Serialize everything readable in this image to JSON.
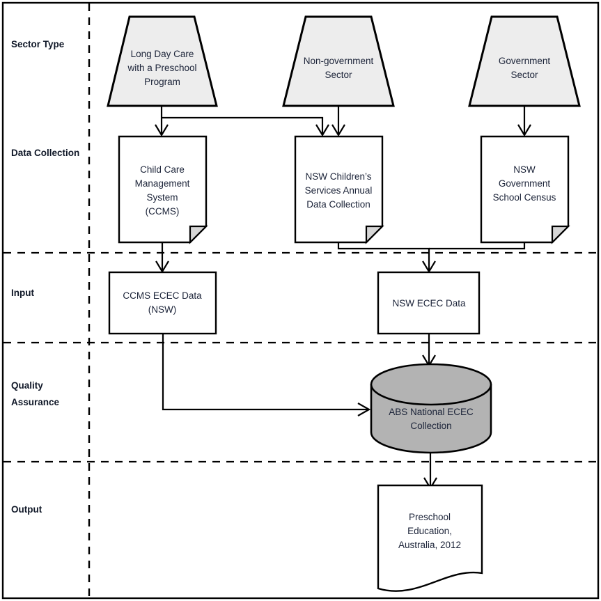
{
  "diagram": {
    "title": "ECEC data flow swimlane diagram",
    "colors": {
      "sector_fill": "#ededed",
      "document_fill": "#ffffff",
      "database_fill": "#b3b3b3",
      "line": "#000000",
      "text": "#1b2338",
      "label_text": "#101828"
    }
  },
  "swimlanes": [
    {
      "label": "Sector Type"
    },
    {
      "label": "Data Collection"
    },
    {
      "label": "Input"
    },
    {
      "label": "Quality Assurance"
    },
    {
      "label": "Output"
    }
  ],
  "nodes": {
    "sector": [
      {
        "id": "long-day-care",
        "shape": "trapezoid",
        "lines": [
          "Long Day Care",
          "with a Preschool",
          "Program"
        ]
      },
      {
        "id": "non-government-sector",
        "shape": "trapezoid",
        "lines": [
          "Non-government",
          "Sector"
        ]
      },
      {
        "id": "government-sector",
        "shape": "trapezoid",
        "lines": [
          "Government",
          "Sector"
        ]
      }
    ],
    "data_collection": [
      {
        "id": "ccms",
        "shape": "document",
        "lines": [
          "Child Care",
          "Management",
          "System",
          "(CCMS)"
        ]
      },
      {
        "id": "nsw-childrens-services",
        "shape": "document",
        "lines": [
          "NSW Children’s",
          "Services Annual",
          "Data Collection"
        ]
      },
      {
        "id": "nsw-government-school-census",
        "shape": "document",
        "lines": [
          "NSW",
          "Government",
          "School Census"
        ]
      }
    ],
    "input": [
      {
        "id": "ccms-ecec-data",
        "shape": "rectangle",
        "lines": [
          "CCMS ECEC Data",
          "(NSW)"
        ]
      },
      {
        "id": "nsw-ecec-data",
        "shape": "rectangle",
        "lines": [
          "NSW ECEC Data"
        ]
      }
    ],
    "quality_assurance": [
      {
        "id": "abs-national-ecec-collection",
        "shape": "cylinder",
        "lines": [
          "ABS National ECEC",
          "Collection"
        ]
      }
    ],
    "output": [
      {
        "id": "preschool-education-australia-2012",
        "shape": "wave-document",
        "lines": [
          "Preschool",
          "Education,",
          "Australia, 2012"
        ]
      }
    ]
  }
}
